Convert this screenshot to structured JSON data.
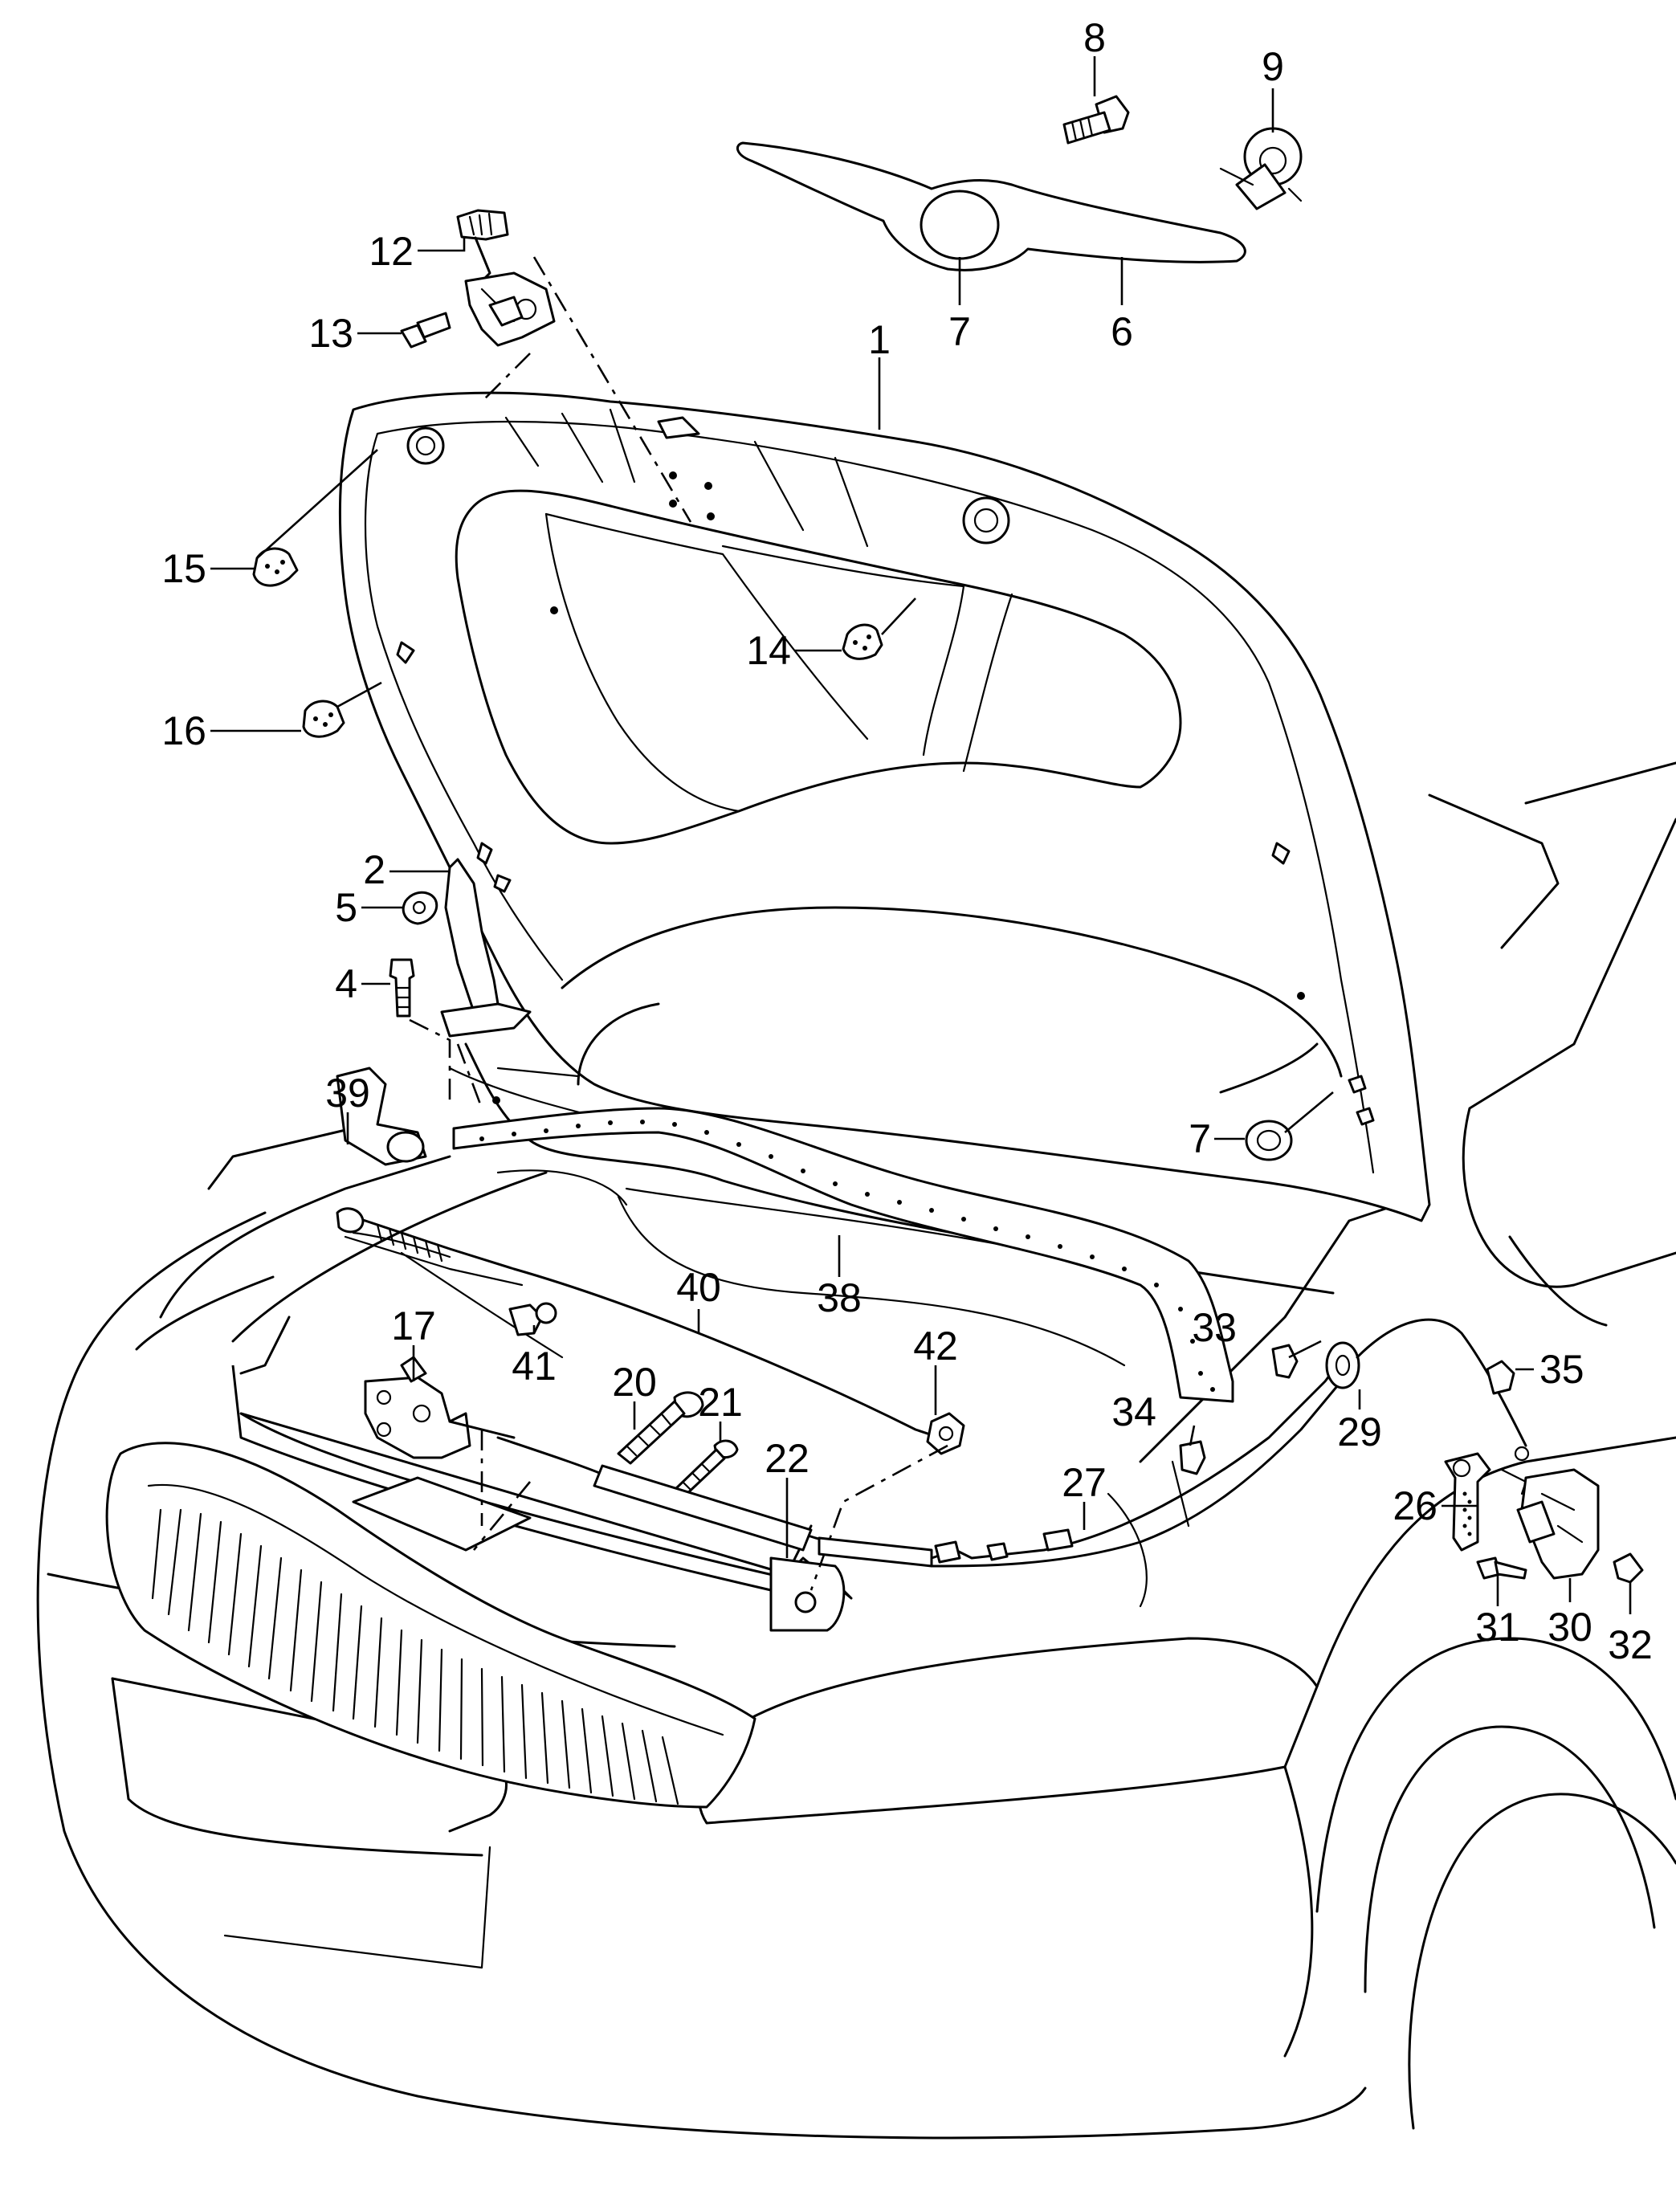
{
  "diagram": {
    "callouts": [
      "1",
      "2",
      "4",
      "5",
      "6",
      "7",
      "7",
      "8",
      "9",
      "12",
      "13",
      "14",
      "15",
      "16",
      "17",
      "20",
      "21",
      "22",
      "26",
      "27",
      "29",
      "30",
      "31",
      "32",
      "33",
      "34",
      "35",
      "38",
      "39",
      "40",
      "41",
      "42"
    ]
  }
}
